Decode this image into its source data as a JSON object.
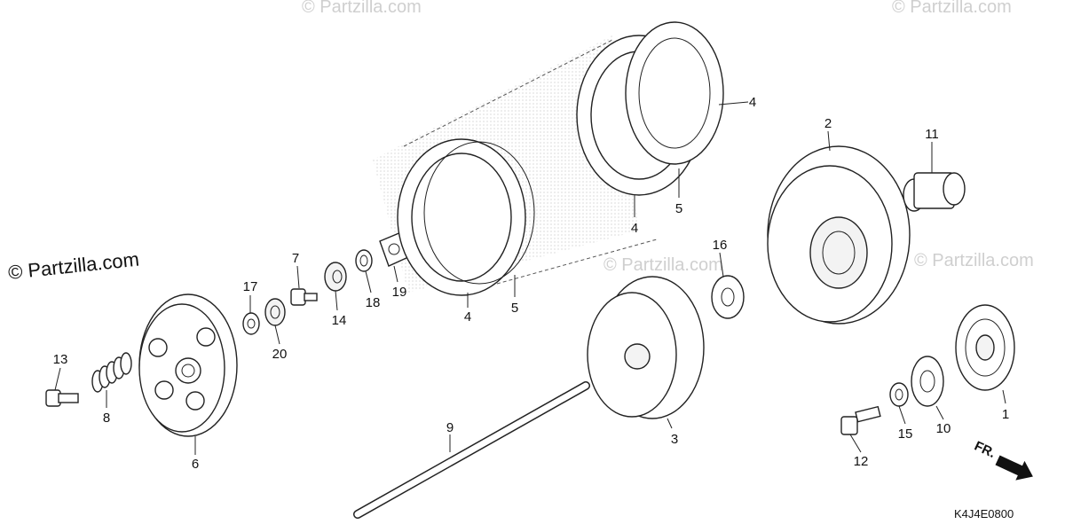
{
  "watermark": {
    "main": "© Partzilla.com",
    "faint": "© Partzilla.com"
  },
  "diagram_code": "K4J4E0800",
  "direction_label": "FR.",
  "callouts": {
    "c1": "1",
    "c2": "2",
    "c3": "3",
    "c4a": "4",
    "c4b": "4",
    "c4c": "4",
    "c5a": "5",
    "c5b": "5",
    "c6": "6",
    "c7": "7",
    "c8": "8",
    "c9": "9",
    "c10": "10",
    "c11": "11",
    "c12": "12",
    "c13": "13",
    "c14": "14",
    "c15": "15",
    "c16": "16",
    "c17": "17",
    "c18": "18",
    "c19": "19",
    "c20": "20"
  }
}
